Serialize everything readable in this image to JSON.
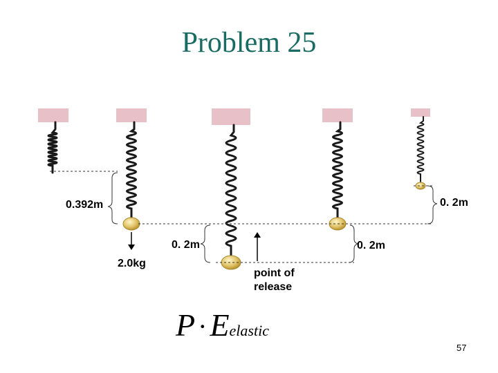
{
  "title": "Problem 25",
  "labels": {
    "stretch_left": "0.392m",
    "mass": "2.0kg",
    "disp_middle": "0. 2m",
    "disp_right": "0. 2m",
    "disp_far_right": "0. 2m",
    "release": "point of release"
  },
  "formula": {
    "main": "P",
    "dot": "·",
    "energy": "E",
    "subscript": "elastic"
  },
  "page_number": "57",
  "colors": {
    "title": "#1a6b63",
    "ceiling": "#e8c0c8",
    "spring": "#1a1a1a",
    "ball": "#e2c46a"
  }
}
